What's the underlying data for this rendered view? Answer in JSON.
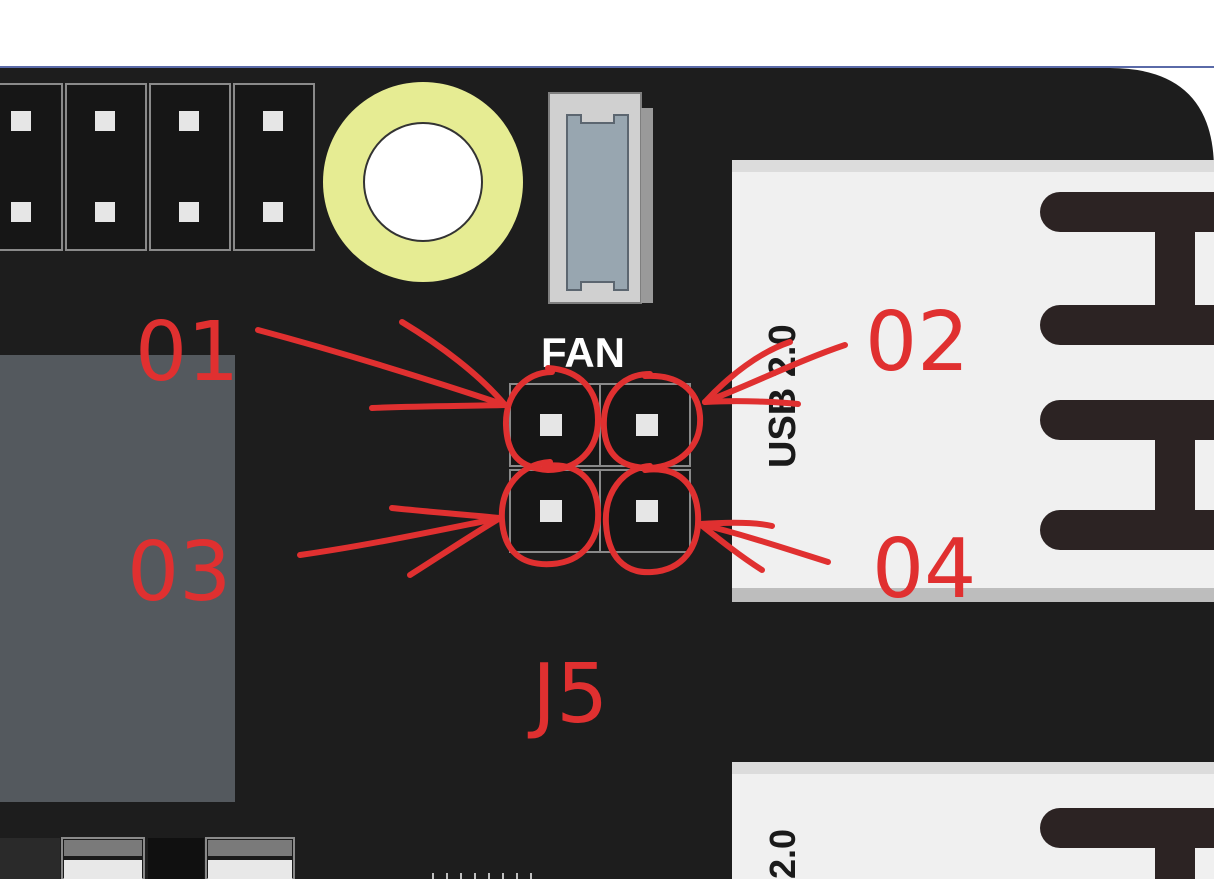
{
  "board": {
    "fan_label": "FAN",
    "usb_top_label": "USB 2.0",
    "usb_bottom_label": "2.0",
    "colors": {
      "pcb": "#1d1d1d",
      "header_fill": "#161616",
      "pin": "#e6e6e6",
      "usb_metal": "#f0f0f0",
      "mount_ring": "#e6ec93",
      "chip": "#54595e",
      "fan_connector": "#98a6b0"
    }
  },
  "annotations": {
    "color": "#e03030",
    "pin_01": "01",
    "pin_02": "02",
    "pin_03": "03",
    "pin_04": "04",
    "connector": "J5"
  }
}
